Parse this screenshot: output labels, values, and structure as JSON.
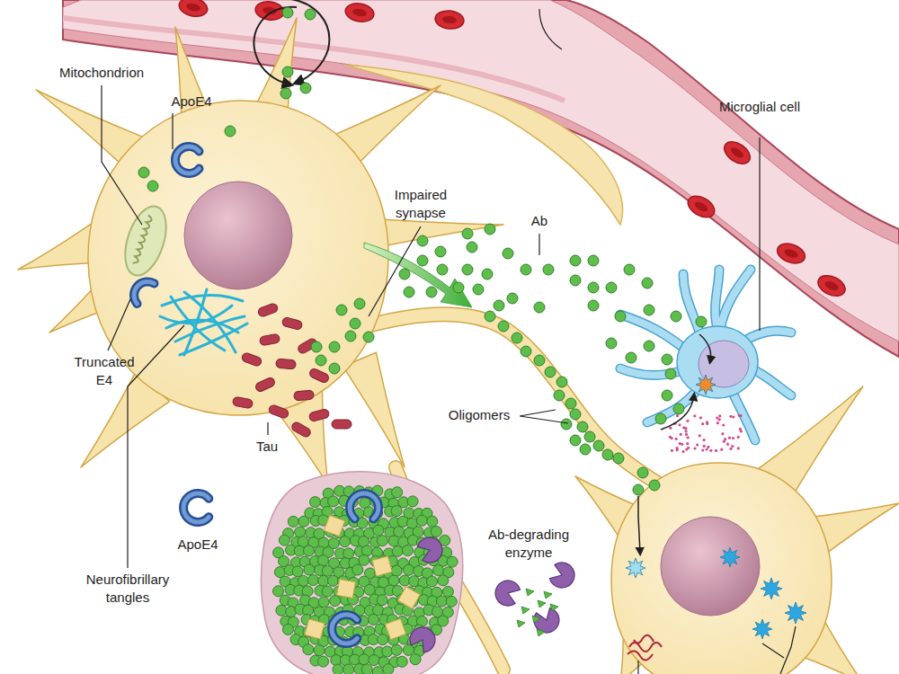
{
  "diagram": {
    "labels": [
      "Mitochondrion",
      "ApoE4",
      "Truncated E4",
      "Neurofibrillary tangles",
      "Tau",
      "ApoE4",
      "Impaired synapse",
      "Ab",
      "Oligomers",
      "Microglial cell",
      "Ab-degrading enzyme"
    ]
  }
}
